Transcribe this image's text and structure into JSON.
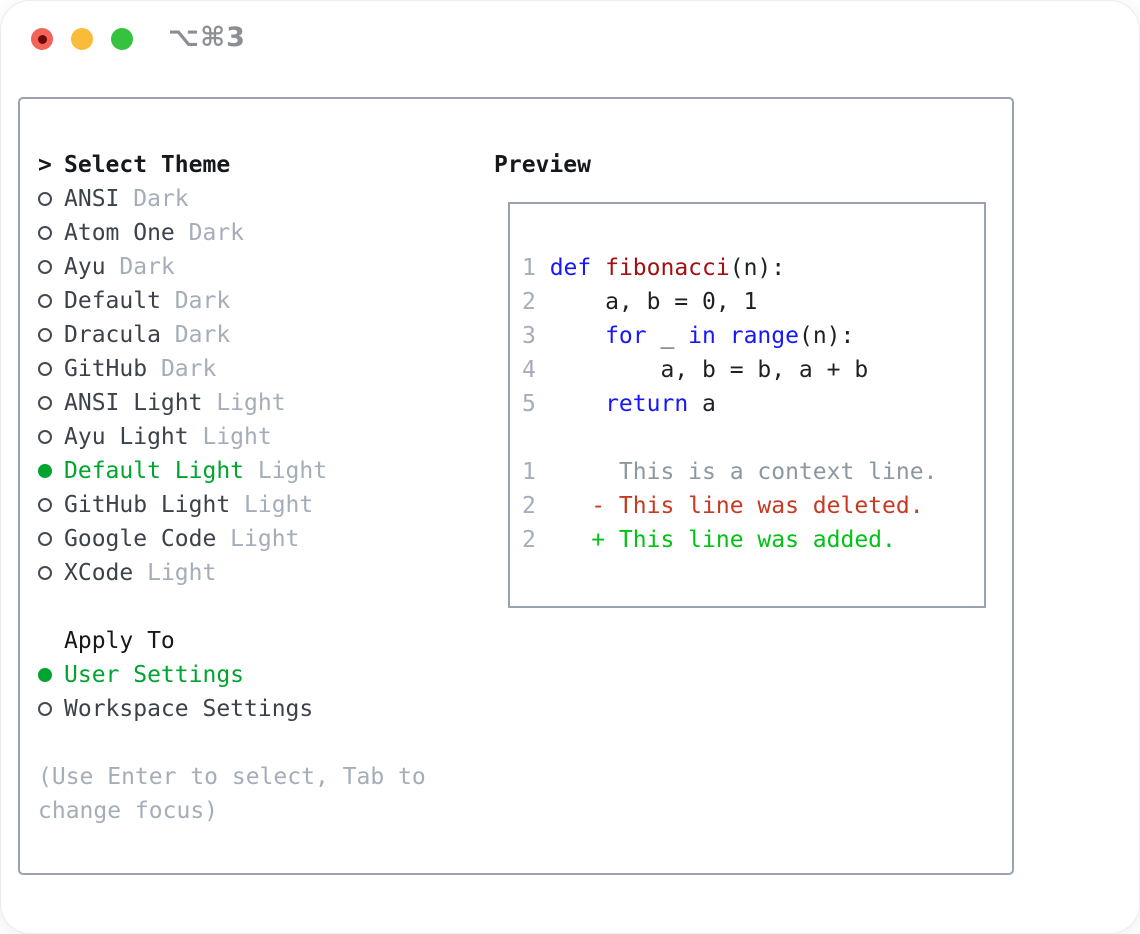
{
  "window": {
    "title": "⌥⌘3"
  },
  "traffic_lights": {
    "close_color": "#f4635a",
    "close_dot_color": "#6d0a06",
    "minimize_color": "#f8bc38",
    "zoom_color": "#35c23f"
  },
  "theme_list": {
    "cursor": ">",
    "header": "Select Theme",
    "items": [
      {
        "name": "ANSI",
        "variant": "Dark",
        "selected": false
      },
      {
        "name": "Atom One",
        "variant": "Dark",
        "selected": false
      },
      {
        "name": "Ayu",
        "variant": "Dark",
        "selected": false
      },
      {
        "name": "Default",
        "variant": "Dark",
        "selected": false
      },
      {
        "name": "Dracula",
        "variant": "Dark",
        "selected": false
      },
      {
        "name": "GitHub",
        "variant": "Dark",
        "selected": false
      },
      {
        "name": "ANSI Light",
        "variant": "Light",
        "selected": false
      },
      {
        "name": "Ayu Light",
        "variant": "Light",
        "selected": false
      },
      {
        "name": "Default Light",
        "variant": "Light",
        "selected": true
      },
      {
        "name": "GitHub Light",
        "variant": "Light",
        "selected": false
      },
      {
        "name": "Google Code",
        "variant": "Light",
        "selected": false
      },
      {
        "name": "XCode",
        "variant": "Light",
        "selected": false
      }
    ]
  },
  "apply_to": {
    "header": "Apply To",
    "items": [
      {
        "label": "User Settings",
        "selected": true
      },
      {
        "label": "Workspace Settings",
        "selected": false
      }
    ]
  },
  "hint": {
    "line1": "(Use Enter to select, Tab to",
    "line2": "change focus)"
  },
  "preview": {
    "header": "Preview",
    "lines": [
      {
        "num": "1",
        "tokens": [
          {
            "t": "def",
            "c": "kw"
          },
          {
            "t": " ",
            "c": "pl"
          },
          {
            "t": "fibonacci",
            "c": "fn"
          },
          {
            "t": "(n):",
            "c": "pl"
          }
        ]
      },
      {
        "num": "2",
        "tokens": [
          {
            "t": "    a, b = 0, 1",
            "c": "pl"
          }
        ]
      },
      {
        "num": "3",
        "tokens": [
          {
            "t": "    ",
            "c": "pl"
          },
          {
            "t": "for",
            "c": "kw"
          },
          {
            "t": " _ ",
            "c": "pl"
          },
          {
            "t": "in",
            "c": "kw"
          },
          {
            "t": " ",
            "c": "pl"
          },
          {
            "t": "range",
            "c": "kw"
          },
          {
            "t": "(n):",
            "c": "pl"
          }
        ]
      },
      {
        "num": "4",
        "tokens": [
          {
            "t": "        a, b = b, a + b",
            "c": "pl"
          }
        ]
      },
      {
        "num": "5",
        "tokens": [
          {
            "t": "    ",
            "c": "pl"
          },
          {
            "t": "return",
            "c": "kw"
          },
          {
            "t": " a",
            "c": "pl"
          }
        ]
      },
      {
        "num": "",
        "tokens": []
      },
      {
        "num": "1",
        "tokens": [
          {
            "t": "     This is a context line.",
            "c": "ctx"
          }
        ]
      },
      {
        "num": "2",
        "tokens": [
          {
            "t": "   - This line was deleted.",
            "c": "del"
          }
        ]
      },
      {
        "num": "2",
        "tokens": [
          {
            "t": "   + This line was added.",
            "c": "add"
          }
        ]
      }
    ]
  },
  "colors": {
    "accent_green": "#00a42e",
    "added_green": "#00c217",
    "deleted_red": "#c63a22",
    "keyword_blue": "#1717fa",
    "function_red": "#a31010",
    "border_gray": "#9aa3ad",
    "muted_gray": "#a4adb8",
    "context_gray": "#8d97a1"
  }
}
